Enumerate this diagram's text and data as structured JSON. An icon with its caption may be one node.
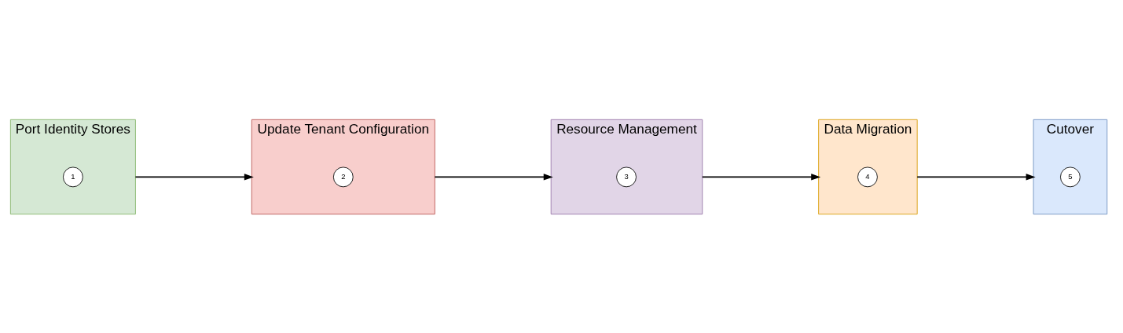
{
  "diagram": {
    "nodes": [
      {
        "text": [
          "Port Identity Stores"
        ]
      },
      {
        "text": [
          "1"
        ],
        "in": 0
      },
      {
        "text": [
          "Update Tenant Configuration"
        ]
      },
      {
        "text": [
          "2"
        ],
        "in": 2
      },
      {
        "text": [
          "Resource Management"
        ]
      },
      {
        "text": [
          "3"
        ],
        "in": 4
      },
      {
        "text": [
          "Data Migration"
        ]
      },
      {
        "text": [
          "4"
        ],
        "in": 6
      },
      {
        "text": [
          "Cutover"
        ]
      },
      {
        "text": [
          "5"
        ],
        "in": 8
      }
    ],
    "edges": [
      {
        "from": 0,
        "to": 2,
        "arrow": "to"
      },
      {
        "from": 2,
        "to": 4,
        "arrow": "to"
      },
      {
        "from": 4,
        "to": 6,
        "arrow": "to"
      },
      {
        "from": 6,
        "to": 8,
        "arrow": "to"
      }
    ]
  }
}
